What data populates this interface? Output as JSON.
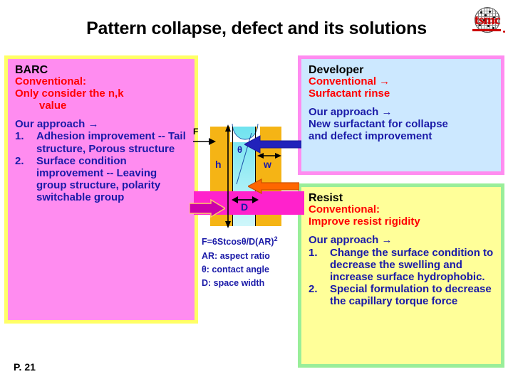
{
  "slide": {
    "title": "Pattern collapse, defect and its solutions",
    "page_number": "P. 21",
    "logo_text": "tsmc",
    "colors": {
      "barc_fill": "#ff8cf0",
      "barc_border": "#ffff66",
      "developer_fill": "#cce8ff",
      "developer_border": "#ff8cf0",
      "resist_fill": "#ffff99",
      "resist_border": "#99ee99",
      "conventional_text": "#ff0000",
      "approach_text": "#1a1aa8",
      "heading_text": "#000000",
      "resist_block": "#f5b415",
      "liquid": "#6fe3ef",
      "substrate": "#ff22cc",
      "arrow_blue": "#2222bb",
      "arrow_orange": "#ff6600",
      "arrow_magenta": "#cc00aa"
    }
  },
  "barc": {
    "heading": "BARC",
    "conventional_line1": "Conventional:",
    "conventional_line2": "Only consider the n,k",
    "conventional_line3": "value",
    "approach_label": "Our approach  →",
    "items": [
      {
        "num": "1.",
        "text": "Adhesion improvement -- Tail structure, Porous structure"
      },
      {
        "num": "2.",
        "text": "Surface condition improvement -- Leaving group structure, polarity switchable group"
      }
    ]
  },
  "developer": {
    "heading": "Developer",
    "conventional_line1": "Conventional →",
    "conventional_line2": "Surfactant rinse",
    "approach_label": "Our approach  →",
    "approach_line1": "New surfactant for collapse",
    "approach_line2": "and defect improvement"
  },
  "resist": {
    "heading": "Resist",
    "conventional_line1": "Conventional:",
    "conventional_line2": "Improve resist rigidity",
    "approach_label": "Our approach →",
    "items": [
      {
        "num": "1.",
        "text": "Change the surface condition to decrease the swelling and increase surface hydrophobic."
      },
      {
        "num": "2.",
        "text": "Special formulation to decrease the capillary torque force"
      }
    ]
  },
  "diagram": {
    "label_force": "F",
    "label_height": "h",
    "label_width": "w",
    "label_theta": "θ",
    "label_space": "D"
  },
  "formula": {
    "equation_main": "F=6Stcosθ/D(AR)",
    "equation_exponent": "2",
    "def_ar": "AR: aspect ratio",
    "def_theta": "θ: contact angle",
    "def_d": "D: space width"
  }
}
